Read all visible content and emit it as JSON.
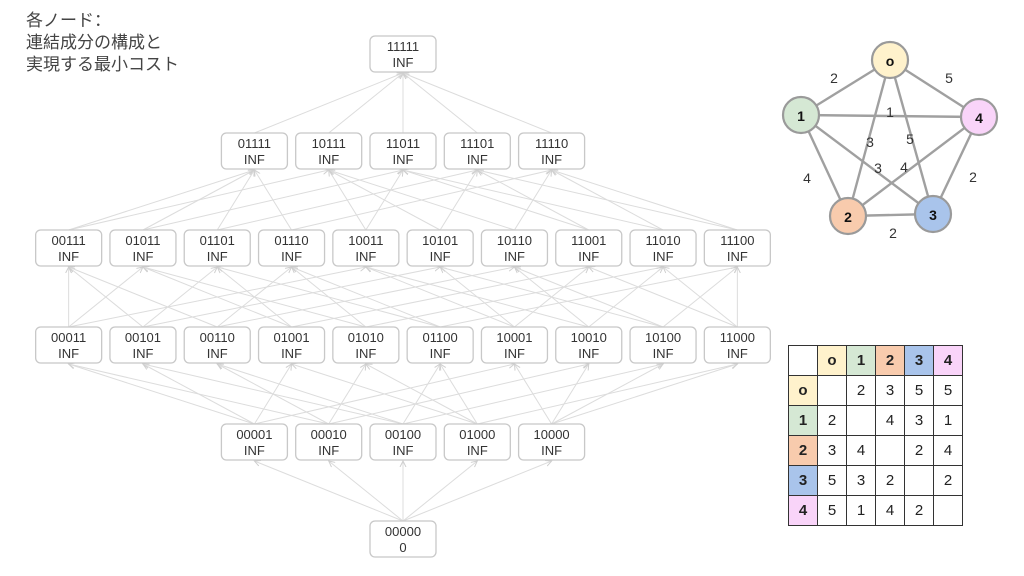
{
  "caption": [
    "各ノード：",
    "連結成分の構成と",
    "実現する最小コスト"
  ],
  "lattice": {
    "arrow_color": "#dcdcdc",
    "levels": [
      [
        {
          "id": "11111",
          "cost": "INF"
        }
      ],
      [
        {
          "id": "01111",
          "cost": "INF"
        },
        {
          "id": "10111",
          "cost": "INF"
        },
        {
          "id": "11011",
          "cost": "INF"
        },
        {
          "id": "11101",
          "cost": "INF"
        },
        {
          "id": "11110",
          "cost": "INF"
        }
      ],
      [
        {
          "id": "00111",
          "cost": "INF"
        },
        {
          "id": "01011",
          "cost": "INF"
        },
        {
          "id": "01101",
          "cost": "INF"
        },
        {
          "id": "01110",
          "cost": "INF"
        },
        {
          "id": "10011",
          "cost": "INF"
        },
        {
          "id": "10101",
          "cost": "INF"
        },
        {
          "id": "10110",
          "cost": "INF"
        },
        {
          "id": "11001",
          "cost": "INF"
        },
        {
          "id": "11010",
          "cost": "INF"
        },
        {
          "id": "11100",
          "cost": "INF"
        }
      ],
      [
        {
          "id": "00011",
          "cost": "INF"
        },
        {
          "id": "00101",
          "cost": "INF"
        },
        {
          "id": "00110",
          "cost": "INF"
        },
        {
          "id": "01001",
          "cost": "INF"
        },
        {
          "id": "01010",
          "cost": "INF"
        },
        {
          "id": "01100",
          "cost": "INF"
        },
        {
          "id": "10001",
          "cost": "INF"
        },
        {
          "id": "10010",
          "cost": "INF"
        },
        {
          "id": "10100",
          "cost": "INF"
        },
        {
          "id": "11000",
          "cost": "INF"
        }
      ],
      [
        {
          "id": "00001",
          "cost": "INF"
        },
        {
          "id": "00010",
          "cost": "INF"
        },
        {
          "id": "00100",
          "cost": "INF"
        },
        {
          "id": "01000",
          "cost": "INF"
        },
        {
          "id": "10000",
          "cost": "INF"
        }
      ],
      [
        {
          "id": "00000",
          "cost": "0"
        }
      ]
    ]
  },
  "graph": {
    "edge_color": "#a0a0a0",
    "nodes": [
      {
        "id": "0",
        "label": "o",
        "color": "#fff2cc"
      },
      {
        "id": "1",
        "label": "1",
        "color": "#d5e8d4"
      },
      {
        "id": "2",
        "label": "2",
        "color": "#f8cbad"
      },
      {
        "id": "3",
        "label": "3",
        "color": "#a9c4eb"
      },
      {
        "id": "4",
        "label": "4",
        "color": "#f9d4f9"
      }
    ],
    "edges": [
      {
        "from": "0",
        "to": "1",
        "weight": "2"
      },
      {
        "from": "0",
        "to": "2",
        "weight": "3"
      },
      {
        "from": "0",
        "to": "3",
        "weight": "5"
      },
      {
        "from": "0",
        "to": "4",
        "weight": "5"
      },
      {
        "from": "1",
        "to": "2",
        "weight": "4"
      },
      {
        "from": "1",
        "to": "3",
        "weight": "3"
      },
      {
        "from": "1",
        "to": "4",
        "weight": "1"
      },
      {
        "from": "2",
        "to": "3",
        "weight": "2"
      },
      {
        "from": "2",
        "to": "4",
        "weight": "4"
      },
      {
        "from": "3",
        "to": "4",
        "weight": "2"
      }
    ]
  },
  "matrix": {
    "headers": [
      "o",
      "1",
      "2",
      "3",
      "4"
    ],
    "header_colors": [
      "#fff2cc",
      "#d5e8d4",
      "#f8cbad",
      "#a9c4eb",
      "#f9d4f9"
    ],
    "rows": [
      [
        "",
        "2",
        "3",
        "5",
        "5"
      ],
      [
        "2",
        "",
        "4",
        "3",
        "1"
      ],
      [
        "3",
        "4",
        "",
        "2",
        "4"
      ],
      [
        "5",
        "3",
        "2",
        "",
        "2"
      ],
      [
        "5",
        "1",
        "4",
        "2",
        ""
      ]
    ]
  }
}
